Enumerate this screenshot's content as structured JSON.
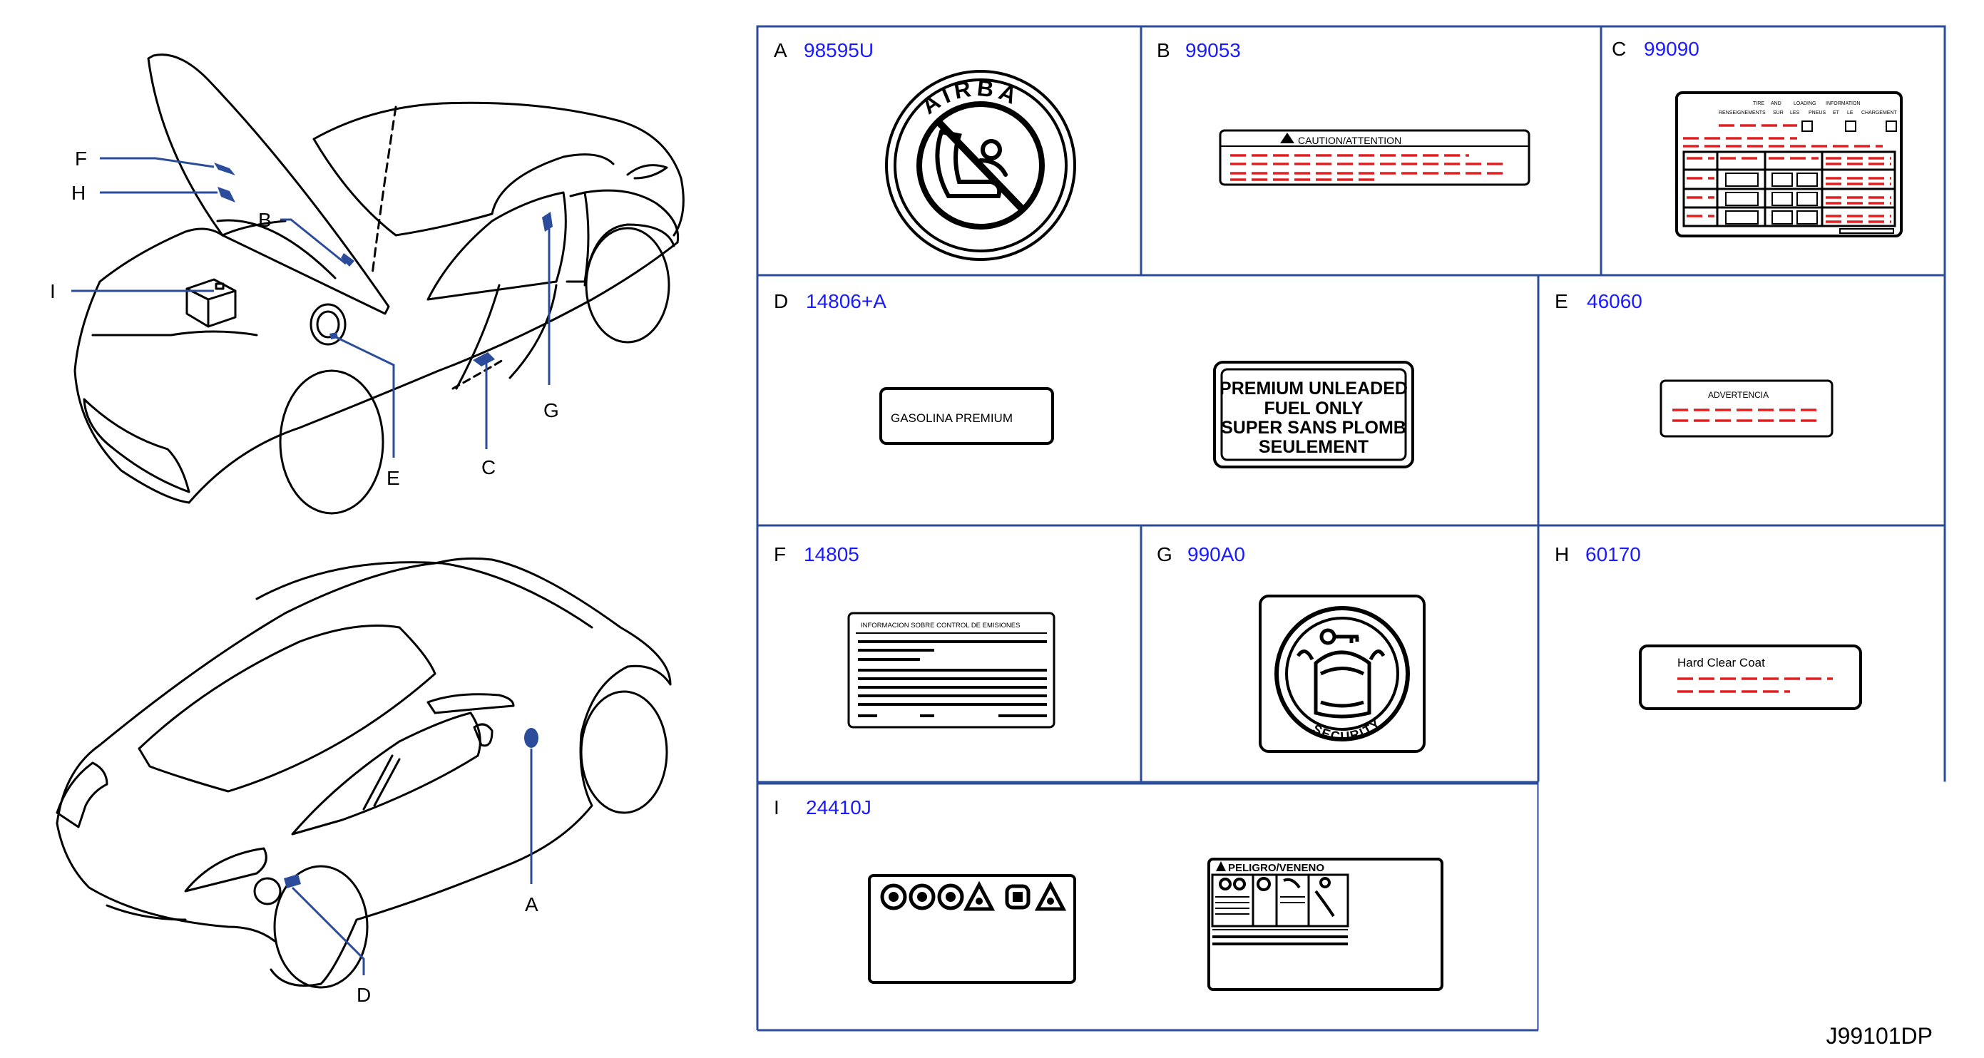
{
  "callouts": [
    "F",
    "H",
    "B",
    "I",
    "E",
    "C",
    "G",
    "A",
    "D"
  ],
  "cells": [
    {
      "letter": "A",
      "code": "98595U"
    },
    {
      "letter": "B",
      "code": "99053"
    },
    {
      "letter": "C",
      "code": "99090"
    },
    {
      "letter": "D",
      "code": "14806+A"
    },
    {
      "letter": "E",
      "code": "46060"
    },
    {
      "letter": "F",
      "code": "14805"
    },
    {
      "letter": "G",
      "code": "990A0"
    },
    {
      "letter": "H",
      "code": "60170"
    },
    {
      "letter": "I",
      "code": "24410J"
    }
  ],
  "labels": {
    "airbag_ring": "AIRBAG",
    "caution": "CAUTION/ATTENTION",
    "tire_header": [
      "TIRE",
      "AND",
      "LOADING",
      "INFORMATION"
    ],
    "tire_subheader": [
      "RENSEIGNEMENTS",
      "SUR",
      "LES",
      "PNEUS",
      "ET",
      "LE",
      "CHARGEMENT"
    ],
    "gasolina": "GASOLINA   PREMIUM",
    "premium_lines": [
      "PREMIUM UNLEADED",
      "FUEL   ONLY",
      "SUPER SANS PLOMB",
      "SEULEMENT"
    ],
    "advertencia": "ADVERTENCIA",
    "emisiones": "INFORMACION   SOBRE   CONTROL   DE   EMISIONES",
    "security": "SECURITY",
    "hard_clear_coat": "Hard    Clear    Coat",
    "peligro": "PELIGRO/VENENO"
  },
  "diagram_id": "J99101DP",
  "colors": {
    "grid": "#2b4c9a",
    "code": "#1a1aff",
    "red_text": "#e02020",
    "ink": "#000000"
  }
}
